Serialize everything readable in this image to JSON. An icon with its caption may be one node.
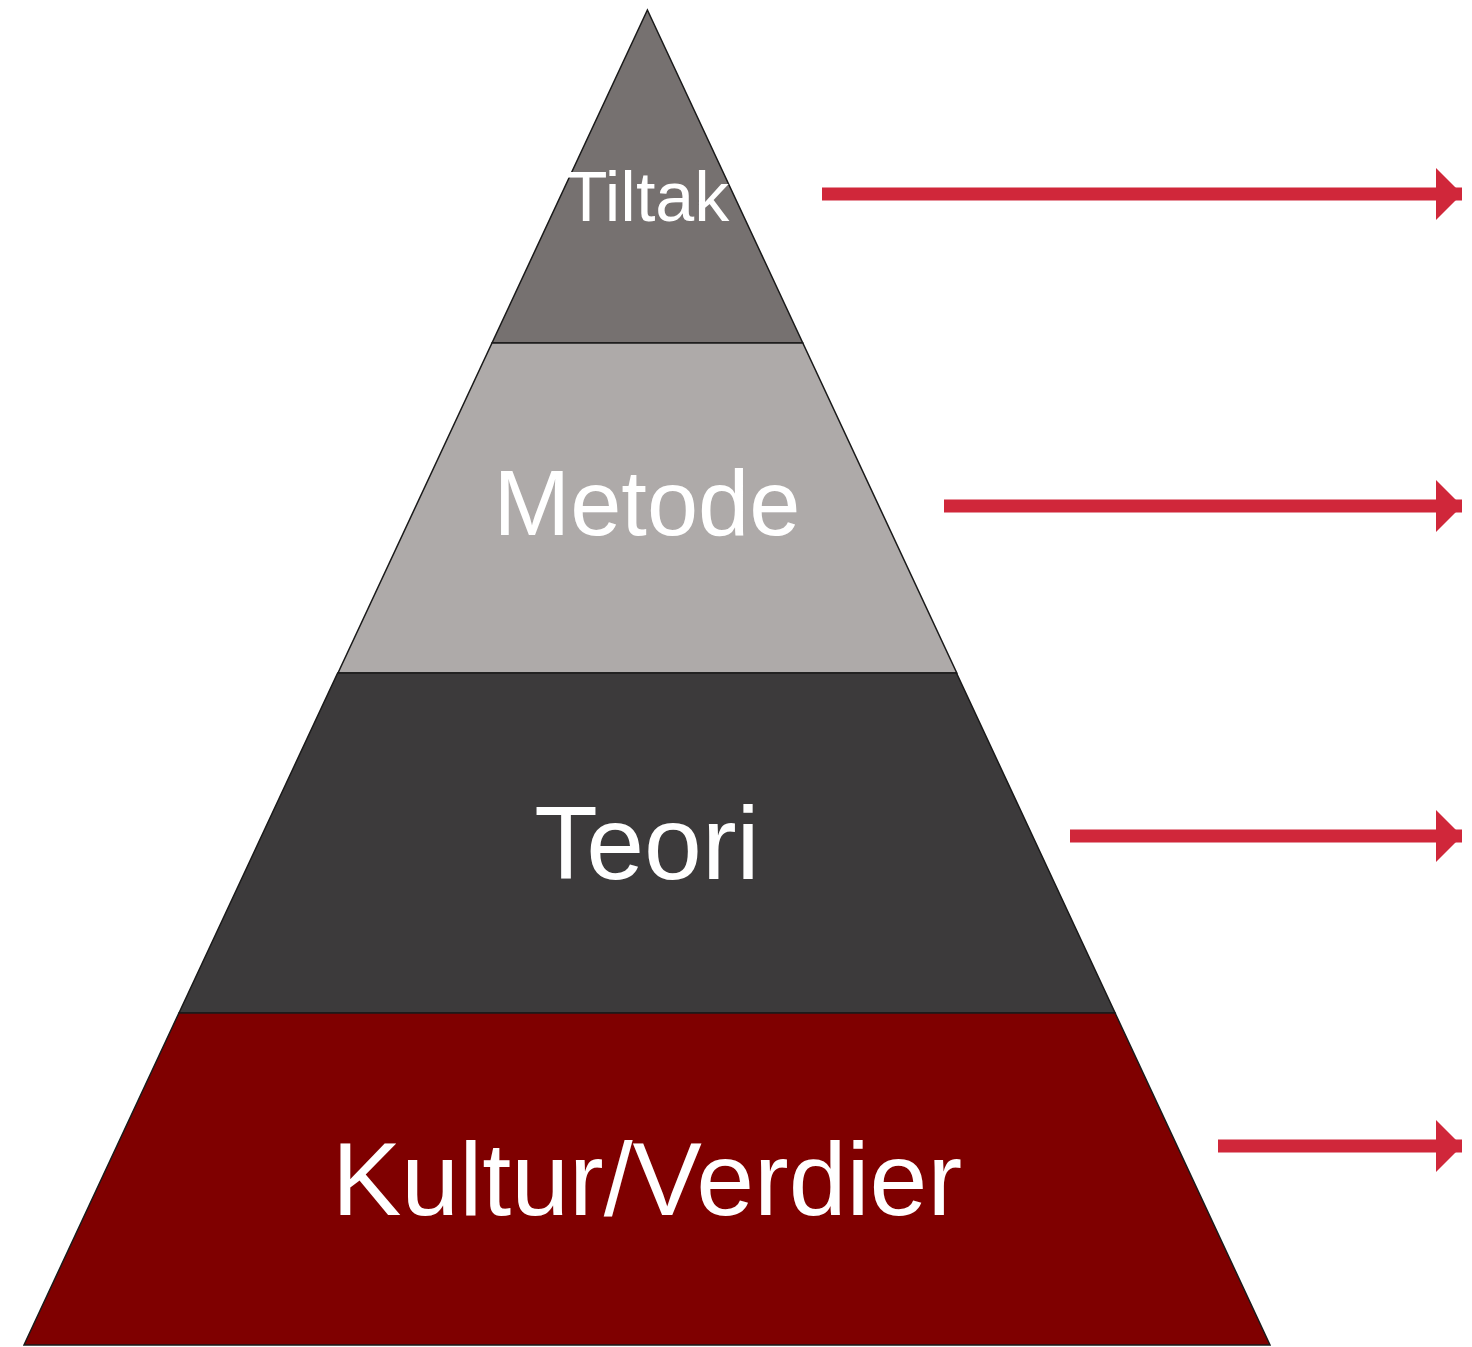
{
  "diagram": {
    "nodes": [
      {
        "text": [
          "Tiltak"
        ]
      },
      {
        "text": [
          "Metode"
        ]
      },
      {
        "text": [
          "Teori"
        ]
      },
      {
        "text": [
          "Kultur/Verdier"
        ]
      }
    ],
    "edges": [
      {
        "from": 0,
        "to": null,
        "arrow": "to"
      },
      {
        "from": 1,
        "to": null,
        "arrow": "to"
      },
      {
        "from": 2,
        "to": null,
        "arrow": "to"
      },
      {
        "from": 3,
        "to": null,
        "arrow": "to"
      }
    ]
  }
}
